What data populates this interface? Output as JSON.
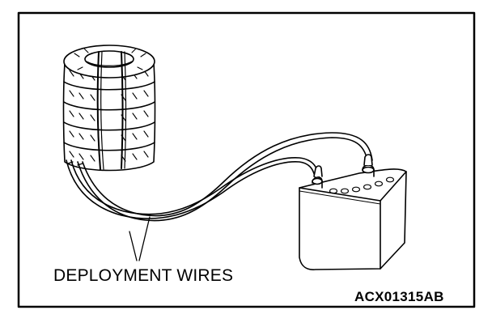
{
  "figure": {
    "callout": "DEPLOYMENT WIRES",
    "code": "ACX01315AB"
  },
  "parts": {
    "tire_stack": "tire-stack-icon",
    "battery": "battery-icon",
    "wires": "deployment-wires"
  },
  "colors": {
    "ink": "#000000",
    "paper": "#ffffff"
  }
}
